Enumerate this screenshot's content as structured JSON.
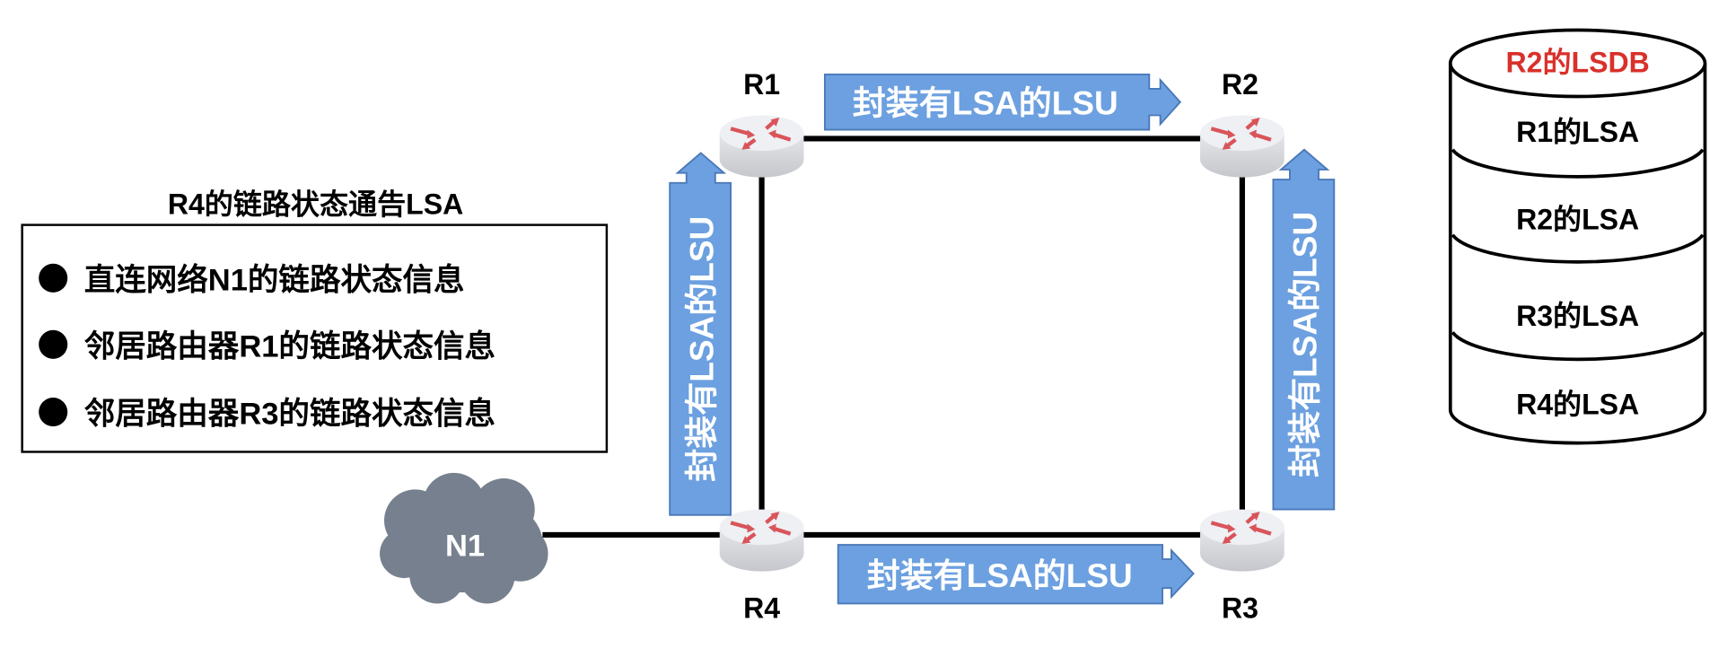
{
  "lsa_panel": {
    "title": "R4的链路状态通告LSA",
    "items": [
      "直连网络N1的链路状态信息",
      "邻居路由器R1的链路状态信息",
      "邻居路由器R3的链路状态信息"
    ]
  },
  "routers": {
    "r1": "R1",
    "r2": "R2",
    "r3": "R3",
    "r4": "R4"
  },
  "network": {
    "label": "N1"
  },
  "arrows": {
    "top": "封装有LSA的LSU",
    "bottom": "封装有LSA的LSU",
    "left": "封装有LSA的LSU",
    "right": "封装有LSA的LSU"
  },
  "lsdb": {
    "title": "R2的LSDB",
    "entries": [
      "R1的LSA",
      "R2的LSA",
      "R3的LSA",
      "R4的LSA"
    ]
  },
  "colors": {
    "arrow_fill": "#6CA0E0",
    "arrow_stroke": "#4A78B8",
    "cloud": "#76808E",
    "lsdb_title": "#D9302A",
    "router_arrow": "#D9545A"
  }
}
